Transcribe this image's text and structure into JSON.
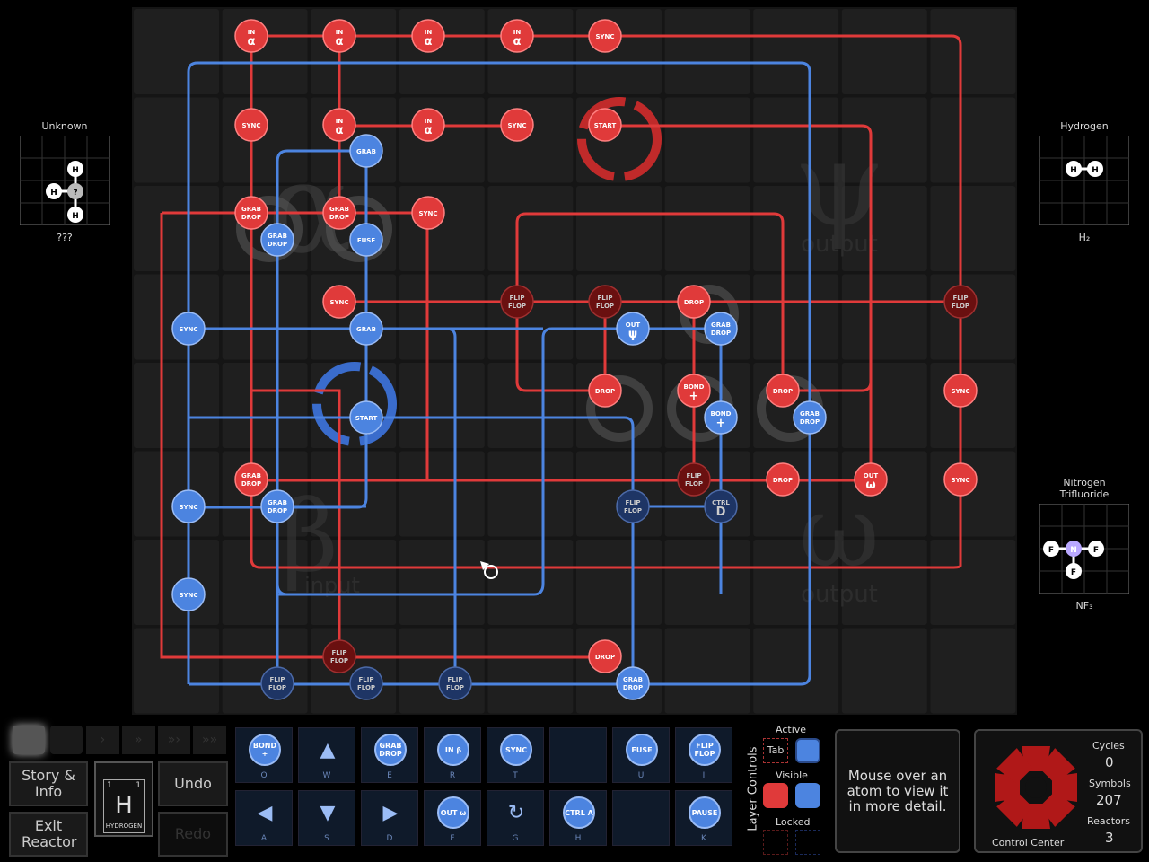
{
  "unknown_panel": {
    "title": "Unknown",
    "formula": "???",
    "atoms": [
      "H",
      "H",
      "?",
      "H"
    ]
  },
  "hydrogen_panel": {
    "title": "Hydrogen",
    "formula": "H₂",
    "atoms": [
      "H",
      "H"
    ]
  },
  "nf3_panel": {
    "title": "Nitrogen Trifluoride",
    "formula": "NF₃",
    "atoms": [
      "F",
      "N",
      "F",
      "F"
    ]
  },
  "board": {
    "input_label": "input",
    "output_psi_label": "output",
    "output_omega_label": "output",
    "symbols": {
      "in": "IN",
      "sync": "SYNC",
      "start": "START",
      "grab_drop": "GRAB DROP",
      "grab": "GRAB",
      "fuse": "FUSE",
      "drop": "DROP",
      "flip_flop": "FLIP FLOP",
      "bond_plus": "BOND +",
      "out": "OUT",
      "ctrl": "CTRL",
      "alpha": "α",
      "psi": "ψ",
      "omega": "ω",
      "beta": "β",
      "ctrl_d": "D",
      "ctrl_a": "A",
      "pause": "PAUSE"
    }
  },
  "left_buttons": {
    "story": "Story & Info",
    "exit": "Exit Reactor",
    "undo": "Undo",
    "redo": "Redo",
    "element_symbol": "H",
    "element_name": "HYDROGEN",
    "element_num_left": "1",
    "element_num_right": "1"
  },
  "toolbar": {
    "top": [
      {
        "label": "BOND +",
        "key": "Q"
      },
      {
        "label": "▲",
        "key": "W"
      },
      {
        "label": "GRAB DROP",
        "key": "E"
      },
      {
        "label": "IN β",
        "key": "R"
      },
      {
        "label": "SYNC",
        "key": "T"
      },
      {
        "label": "",
        "key": ""
      },
      {
        "label": "FUSE",
        "key": "U"
      },
      {
        "label": "FLIP FLOP",
        "key": "I"
      }
    ],
    "bottom": [
      {
        "label": "◀",
        "key": "A"
      },
      {
        "label": "▼",
        "key": "S"
      },
      {
        "label": "▶",
        "key": "D"
      },
      {
        "label": "OUT ω",
        "key": "F"
      },
      {
        "label": "↻",
        "key": "G"
      },
      {
        "label": "CTRL A",
        "key": "H"
      },
      {
        "label": "",
        "key": ""
      },
      {
        "label": "PAUSE",
        "key": "K"
      }
    ]
  },
  "layer_controls": {
    "title": "Layer Controls",
    "active": "Active",
    "tab": "Tab",
    "visible": "Visible",
    "locked": "Locked"
  },
  "hint_text": "Mouse over an atom to view it in more detail.",
  "control_center": {
    "title": "Control Center",
    "cycles_label": "Cycles",
    "cycles": "0",
    "symbols_label": "Symbols",
    "symbols": "207",
    "reactors_label": "Reactors",
    "reactors": "3"
  },
  "colors": {
    "red": "#e03a3a",
    "blue": "#4c84e0",
    "dark_red": "#6a1010",
    "dark_blue": "#1e3565",
    "board": "#1c1c1c"
  }
}
